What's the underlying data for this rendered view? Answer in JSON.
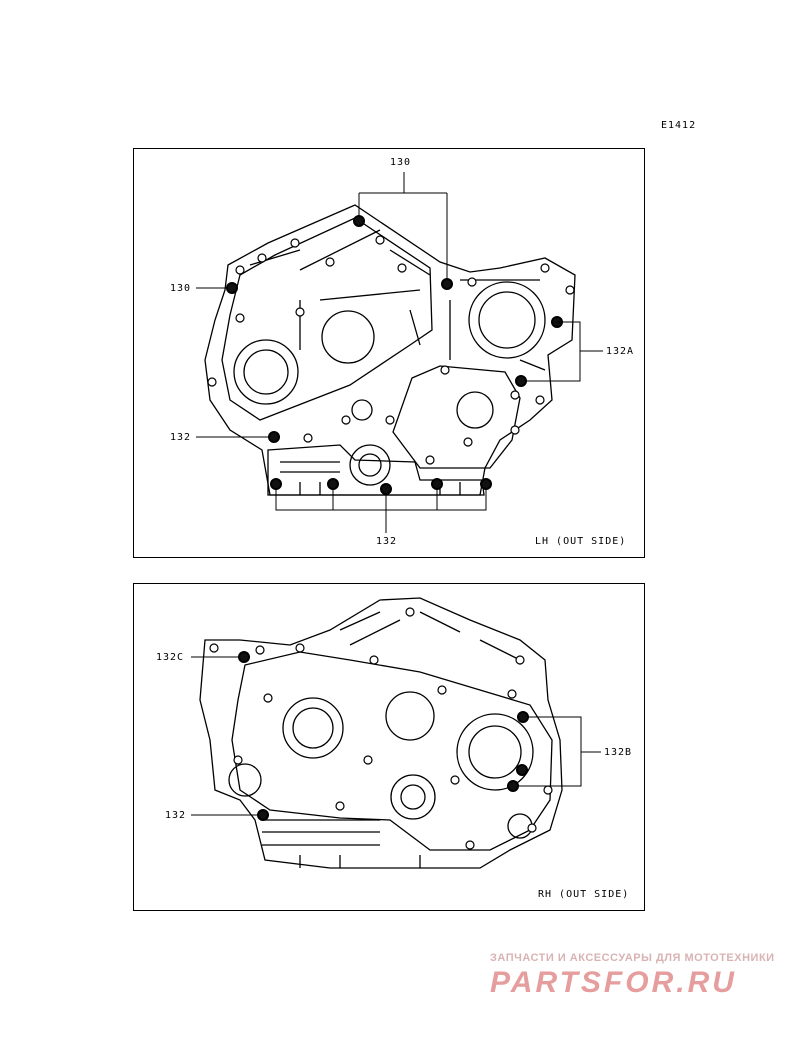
{
  "figure_code": "E1412",
  "panels": [
    {
      "side_label": "LH (OUT SIDE)",
      "callouts": [
        "130",
        "130",
        "132",
        "132",
        "132A"
      ]
    },
    {
      "side_label": "RH (OUT SIDE)",
      "callouts": [
        "132C",
        "132",
        "132B"
      ]
    }
  ],
  "watermark": {
    "tagline": "ЗАПЧАСТИ И АКСЕССУАРЫ ДЛЯ МОТОТЕХНИКИ",
    "brand": "PARTSFOR.RU"
  }
}
